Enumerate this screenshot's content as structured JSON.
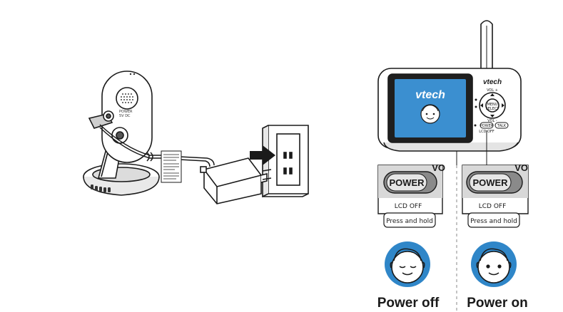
{
  "brand": "vtech",
  "monitor": {
    "vol_plus": "VOL +",
    "vol_minus": "VOL -",
    "menu_select": "MENU\nSELECT",
    "power_small": "POWER",
    "lcd_off_small": "LCD OFF",
    "talk_small": "TALK"
  },
  "panels": [
    {
      "label": "Power off",
      "button_label": "POWER",
      "under_label": "LCD OFF",
      "instruction": "Press and hold",
      "corner_text": "VO",
      "face_state": "sleeping-face"
    },
    {
      "label": "Power on",
      "button_label": "POWER",
      "under_label": "LCD OFF",
      "instruction": "Press and hold",
      "corner_text": "VO",
      "face_state": "awake-face"
    }
  ],
  "colors": {
    "outline": "#1a1a1a",
    "screen_blue": "#3b8fd0",
    "face_blue": "#2f86c8",
    "skin": "#ffffff",
    "button_gray": "#8a8a8a",
    "panel_gray": "#d8d8d8"
  }
}
